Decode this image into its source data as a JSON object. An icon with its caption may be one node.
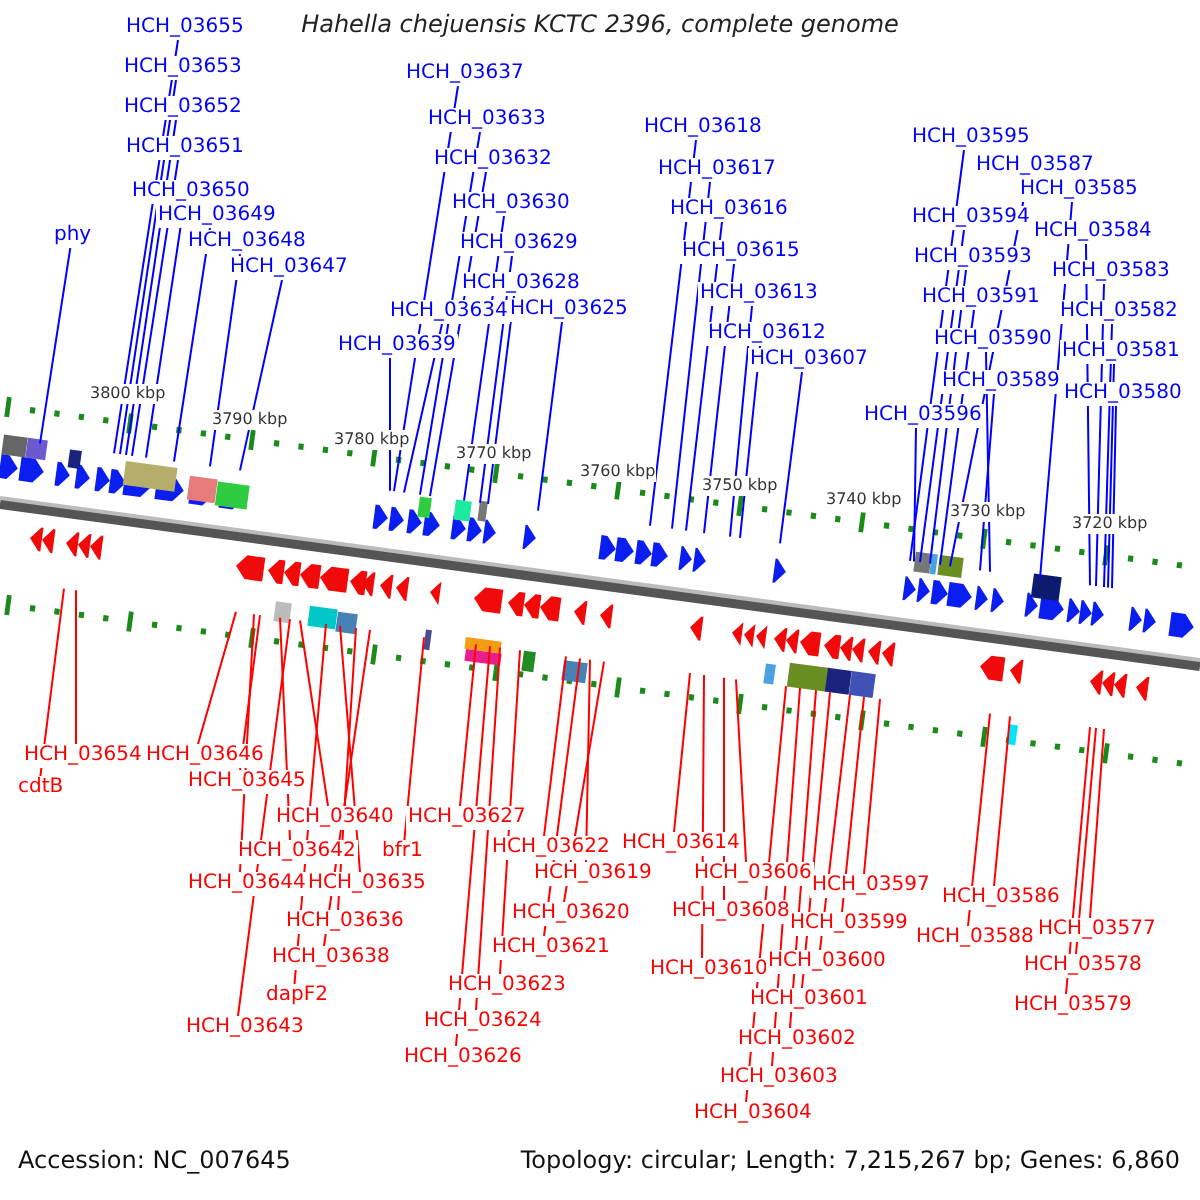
{
  "diagram": {
    "title": "Hahella chejuensis KCTC 2396, complete genome",
    "nodes": [
      {
        "text": [
          "phy"
        ]
      },
      {
        "text": [
          "HCH_03655"
        ]
      },
      {
        "text": [
          "HCH_03653"
        ]
      },
      {
        "text": [
          "HCH_03652"
        ]
      },
      {
        "text": [
          "HCH_03651"
        ]
      },
      {
        "text": [
          "HCH_03650"
        ]
      },
      {
        "text": [
          "HCH_03649"
        ]
      },
      {
        "text": [
          "HCH_03648"
        ]
      },
      {
        "text": [
          "HCH_03647"
        ]
      },
      {
        "text": [
          "HCH_03637"
        ]
      },
      {
        "text": [
          "HCH_03633"
        ]
      },
      {
        "text": [
          "HCH_03632"
        ]
      },
      {
        "text": [
          "HCH_03630"
        ]
      },
      {
        "text": [
          "HCH_03629"
        ]
      },
      {
        "text": [
          "HCH_03628"
        ]
      },
      {
        "text": [
          "HCH_03634"
        ]
      },
      {
        "text": [
          "HCH_03625"
        ]
      },
      {
        "text": [
          "HCH_03639"
        ]
      },
      {
        "text": [
          "HCH_03618"
        ]
      },
      {
        "text": [
          "HCH_03617"
        ]
      },
      {
        "text": [
          "HCH_03616"
        ]
      },
      {
        "text": [
          "HCH_03615"
        ]
      },
      {
        "text": [
          "HCH_03613"
        ]
      },
      {
        "text": [
          "HCH_03612"
        ]
      },
      {
        "text": [
          "HCH_03607"
        ]
      },
      {
        "text": [
          "HCH_03595"
        ]
      },
      {
        "text": [
          "HCH_03587"
        ]
      },
      {
        "text": [
          "HCH_03585"
        ]
      },
      {
        "text": [
          "HCH_03594"
        ]
      },
      {
        "text": [
          "HCH_03593"
        ]
      },
      {
        "text": [
          "HCH_03591"
        ]
      },
      {
        "text": [
          "HCH_03590"
        ]
      },
      {
        "text": [
          "HCH_03589"
        ]
      },
      {
        "text": [
          "HCH_03596"
        ]
      },
      {
        "text": [
          "HCH_03584"
        ]
      },
      {
        "text": [
          "HCH_03583"
        ]
      },
      {
        "text": [
          "HCH_03582"
        ]
      },
      {
        "text": [
          "HCH_03581"
        ]
      },
      {
        "text": [
          "HCH_03580"
        ]
      },
      {
        "text": [
          "HCH_03654"
        ]
      },
      {
        "text": [
          "cdtB"
        ]
      },
      {
        "text": [
          "HCH_03646"
        ]
      },
      {
        "text": [
          "HCH_03645"
        ]
      },
      {
        "text": [
          "HCH_03640"
        ]
      },
      {
        "text": [
          "HCH_03642"
        ]
      },
      {
        "text": [
          "HCH_03644"
        ]
      },
      {
        "text": [
          "HCH_03635"
        ]
      },
      {
        "text": [
          "HCH_03636"
        ]
      },
      {
        "text": [
          "HCH_03638"
        ]
      },
      {
        "text": [
          "dapF2"
        ]
      },
      {
        "text": [
          "HCH_03643"
        ]
      },
      {
        "text": [
          "bfr1"
        ]
      },
      {
        "text": [
          "HCH_03627"
        ]
      },
      {
        "text": [
          "HCH_03622"
        ]
      },
      {
        "text": [
          "HCH_03619"
        ]
      },
      {
        "text": [
          "HCH_03620"
        ]
      },
      {
        "text": [
          "HCH_03621"
        ]
      },
      {
        "text": [
          "HCH_03623"
        ]
      },
      {
        "text": [
          "HCH_03624"
        ]
      },
      {
        "text": [
          "HCH_03626"
        ]
      },
      {
        "text": [
          "HCH_03614"
        ]
      },
      {
        "text": [
          "HCH_03606"
        ]
      },
      {
        "text": [
          "HCH_03608"
        ]
      },
      {
        "text": [
          "HCH_03610"
        ]
      },
      {
        "text": [
          "HCH_03597"
        ]
      },
      {
        "text": [
          "HCH_03599"
        ]
      },
      {
        "text": [
          "HCH_03600"
        ]
      },
      {
        "text": [
          "HCH_03601"
        ]
      },
      {
        "text": [
          "HCH_03602"
        ]
      },
      {
        "text": [
          "HCH_03603"
        ]
      },
      {
        "text": [
          "HCH_03604"
        ]
      },
      {
        "text": [
          "HCH_03586"
        ]
      },
      {
        "text": [
          "HCH_03588"
        ]
      },
      {
        "text": [
          "HCH_03577"
        ]
      },
      {
        "text": [
          "HCH_03578"
        ]
      },
      {
        "text": [
          "HCH_03579"
        ]
      }
    ],
    "edges": [
      {
        "from": 0,
        "to": null,
        "arrow": "none"
      },
      {
        "from": 1,
        "to": null,
        "arrow": "none"
      },
      {
        "from": 2,
        "to": null,
        "arrow": "none"
      },
      {
        "from": 3,
        "to": null,
        "arrow": "none"
      },
      {
        "from": 4,
        "to": null,
        "arrow": "none"
      },
      {
        "from": 5,
        "to": null,
        "arrow": "none"
      },
      {
        "from": 6,
        "to": null,
        "arrow": "none"
      },
      {
        "from": 7,
        "to": null,
        "arrow": "none"
      },
      {
        "from": 8,
        "to": null,
        "arrow": "none"
      },
      {
        "from": 9,
        "to": null,
        "arrow": "none"
      },
      {
        "from": 10,
        "to": null,
        "arrow": "none"
      },
      {
        "from": 11,
        "to": null,
        "arrow": "none"
      },
      {
        "from": 12,
        "to": null,
        "arrow": "none"
      },
      {
        "from": 13,
        "to": null,
        "arrow": "none"
      },
      {
        "from": 14,
        "to": null,
        "arrow": "none"
      },
      {
        "from": 15,
        "to": null,
        "arrow": "none"
      },
      {
        "from": 16,
        "to": null,
        "arrow": "none"
      },
      {
        "from": 17,
        "to": null,
        "arrow": "none"
      },
      {
        "from": 18,
        "to": null,
        "arrow": "none"
      },
      {
        "from": 19,
        "to": null,
        "arrow": "none"
      },
      {
        "from": 20,
        "to": null,
        "arrow": "none"
      },
      {
        "from": 21,
        "to": null,
        "arrow": "none"
      },
      {
        "from": 22,
        "to": null,
        "arrow": "none"
      },
      {
        "from": 23,
        "to": null,
        "arrow": "none"
      },
      {
        "from": 24,
        "to": null,
        "arrow": "none"
      },
      {
        "from": 25,
        "to": null,
        "arrow": "none"
      },
      {
        "from": 26,
        "to": null,
        "arrow": "none"
      },
      {
        "from": 27,
        "to": null,
        "arrow": "none"
      },
      {
        "from": 28,
        "to": null,
        "arrow": "none"
      },
      {
        "from": 29,
        "to": null,
        "arrow": "none"
      },
      {
        "from": 30,
        "to": null,
        "arrow": "none"
      },
      {
        "from": 31,
        "to": null,
        "arrow": "none"
      },
      {
        "from": 32,
        "to": null,
        "arrow": "none"
      },
      {
        "from": 33,
        "to": null,
        "arrow": "none"
      },
      {
        "from": 34,
        "to": null,
        "arrow": "none"
      },
      {
        "from": 35,
        "to": null,
        "arrow": "none"
      },
      {
        "from": 36,
        "to": null,
        "arrow": "none"
      },
      {
        "from": 37,
        "to": null,
        "arrow": "none"
      },
      {
        "from": 38,
        "to": null,
        "arrow": "none"
      },
      {
        "from": 39,
        "to": null,
        "arrow": "none",
        "color": "#ff0000"
      },
      {
        "from": 40,
        "to": null,
        "arrow": "none",
        "color": "#ff0000"
      },
      {
        "from": 41,
        "to": null,
        "arrow": "none",
        "color": "#ff0000"
      },
      {
        "from": 42,
        "to": null,
        "arrow": "none",
        "color": "#ff0000"
      },
      {
        "from": 43,
        "to": null,
        "arrow": "none",
        "color": "#ff0000"
      },
      {
        "from": 44,
        "to": null,
        "arrow": "none",
        "color": "#ff0000"
      },
      {
        "from": 45,
        "to": null,
        "arrow": "none",
        "color": "#ff0000"
      },
      {
        "from": 46,
        "to": null,
        "arrow": "none",
        "color": "#ff0000"
      },
      {
        "from": 47,
        "to": null,
        "arrow": "none",
        "color": "#ff0000"
      },
      {
        "from": 48,
        "to": null,
        "arrow": "none",
        "color": "#ff0000"
      },
      {
        "from": 49,
        "to": null,
        "arrow": "none",
        "color": "#ff0000"
      },
      {
        "from": 50,
        "to": null,
        "arrow": "none",
        "color": "#ff0000"
      },
      {
        "from": 51,
        "to": null,
        "arrow": "none",
        "color": "#ff0000"
      },
      {
        "from": 52,
        "to": null,
        "arrow": "none",
        "color": "#ff0000"
      },
      {
        "from": 53,
        "to": null,
        "arrow": "none",
        "color": "#ff0000"
      },
      {
        "from": 54,
        "to": null,
        "arrow": "none",
        "color": "#ff0000"
      },
      {
        "from": 55,
        "to": null,
        "arrow": "none",
        "color": "#ff0000"
      },
      {
        "from": 56,
        "to": null,
        "arrow": "none",
        "color": "#ff0000"
      },
      {
        "from": 57,
        "to": null,
        "arrow": "none",
        "color": "#ff0000"
      },
      {
        "from": 58,
        "to": null,
        "arrow": "none",
        "color": "#ff0000"
      },
      {
        "from": 59,
        "to": null,
        "arrow": "none",
        "color": "#ff0000"
      },
      {
        "from": 60,
        "to": null,
        "arrow": "none",
        "color": "#ff0000"
      },
      {
        "from": 61,
        "to": null,
        "arrow": "none",
        "color": "#ff0000"
      },
      {
        "from": 62,
        "to": null,
        "arrow": "none",
        "color": "#ff0000"
      },
      {
        "from": 63,
        "to": null,
        "arrow": "none",
        "color": "#ff0000"
      },
      {
        "from": 64,
        "to": null,
        "arrow": "none",
        "color": "#ff0000"
      },
      {
        "from": 65,
        "to": null,
        "arrow": "none",
        "color": "#ff0000"
      },
      {
        "from": 66,
        "to": null,
        "arrow": "none",
        "color": "#ff0000"
      },
      {
        "from": 67,
        "to": null,
        "arrow": "none",
        "color": "#ff0000"
      },
      {
        "from": 68,
        "to": null,
        "arrow": "none",
        "color": "#ff0000"
      },
      {
        "from": 69,
        "to": null,
        "arrow": "none",
        "color": "#ff0000"
      },
      {
        "from": 70,
        "to": null,
        "arrow": "none",
        "color": "#ff0000"
      },
      {
        "from": 71,
        "to": null,
        "arrow": "none",
        "color": "#ff0000"
      },
      {
        "from": 72,
        "to": null,
        "arrow": "none",
        "color": "#ff0000"
      },
      {
        "from": 73,
        "to": null,
        "arrow": "none",
        "color": "#ff0000"
      },
      {
        "from": 74,
        "to": null,
        "arrow": "none",
        "color": "#ff0000"
      },
      {
        "from": 75,
        "to": null,
        "arrow": "none",
        "color": "#ff0000"
      }
    ],
    "labels": [
      "3800 kbp",
      "3790 kbp",
      "3780 kbp",
      "3770 kbp",
      "3760 kbp",
      "3750 kbp",
      "3740 kbp",
      "3730 kbp",
      "3720 kbp",
      "Accession: NC_007645",
      "Topology: circular; Length: 7,215,267 bp; Genes: 6,860"
    ]
  }
}
